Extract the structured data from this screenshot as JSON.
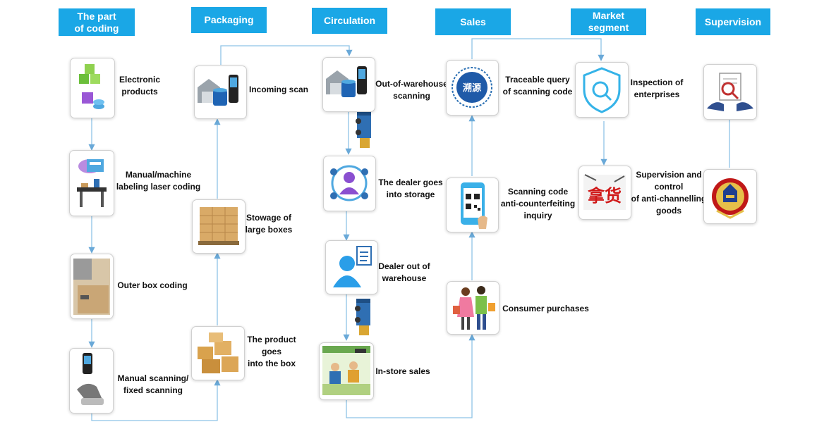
{
  "headers": [
    {
      "key": "coding",
      "label": "The part\nof coding"
    },
    {
      "key": "packaging",
      "label": "Packaging"
    },
    {
      "key": "circulation",
      "label": "Circulation"
    },
    {
      "key": "sales",
      "label": "Sales"
    },
    {
      "key": "market",
      "label": "Market\nsegment"
    },
    {
      "key": "supervision",
      "label": "Supervision"
    }
  ],
  "nodes": {
    "electronic": "Electronic\nproducts",
    "labeling": "Manual/machine\nlabeling laser coding",
    "outer_box": "Outer box coding",
    "manual_scan": "Manual scanning/\nfixed scanning",
    "product_box": "The product\ngoes\ninto the box",
    "stowage": "Stowage of\nlarge boxes",
    "incoming": "Incoming scan",
    "out_warehouse": "Out-of-warehouse\nscanning",
    "dealer_storage": "The dealer goes\ninto storage",
    "dealer_out": "Dealer out of\nwarehouse",
    "instore": "In-store sales",
    "consumer": "Consumer purchases",
    "anticounterfeit": "Scanning code\nanti-counterfeiting\ninquiry",
    "traceable": "Traceable query\nof scanning code",
    "inspection": "Inspection of\nenterprises",
    "anti_channel": "Supervision and\ncontrol\nof anti-channelling\ngoods"
  },
  "icons": {
    "traceable_chars": "溯源",
    "fake_chars": "拿货"
  },
  "colors": {
    "header_bg": "#1aa7e6",
    "wire": "#8ec3e6"
  }
}
